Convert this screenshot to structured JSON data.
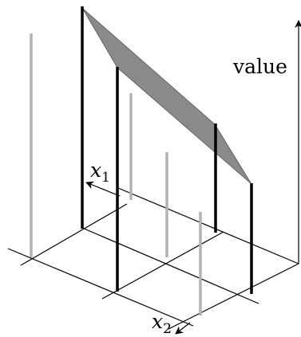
{
  "labels": {
    "value_axis": "value",
    "x1_var": "x",
    "x1_sub": "1",
    "x2_var": "x",
    "x2_sub": "2"
  },
  "colors": {
    "ink": "#000000",
    "gray_bar": "#b3b3b3",
    "surface_fill": "#8a8a8a"
  }
}
